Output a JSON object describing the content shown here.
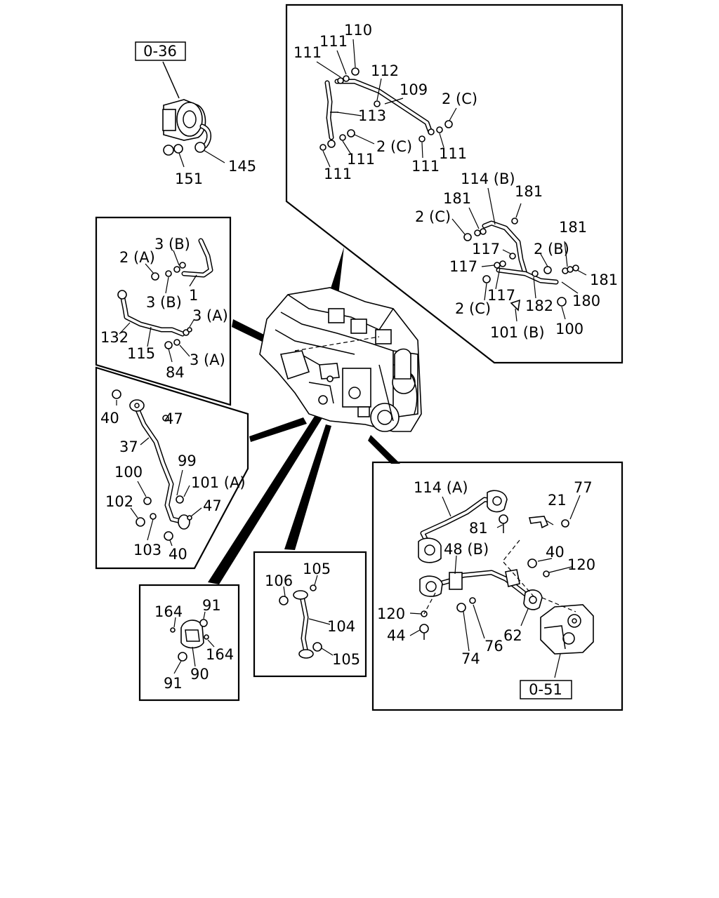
{
  "refs": {
    "r036": "0-36",
    "r051": "0-51"
  },
  "callouts": {
    "c110": "110",
    "c111a": "111",
    "c111b": "111",
    "c112": "112",
    "c109": "109",
    "c2c_top": "2 (C)",
    "c113": "113",
    "c2c_mid": "2 (C)",
    "c111c": "111",
    "c111d": "111",
    "c111e": "111",
    "c111f": "111",
    "c114b": "114 (B)",
    "c181a": "181",
    "c181b": "181",
    "c2c_r": "2 (C)",
    "c181c": "181",
    "c117a": "117",
    "c2b_r": "2 (B)",
    "c117b": "117",
    "c181d": "181",
    "c2c_low": "2 (C)",
    "c117c": "117",
    "c182": "182",
    "c180": "180",
    "c101b": "101 (B)",
    "c100_r": "100",
    "c145": "145",
    "c151": "151",
    "c3b_a": "3 (B)",
    "c2a": "2 (A)",
    "c3b_b": "3 (B)",
    "c1": "1",
    "c3a_a": "3 (A)",
    "c132": "132",
    "c115": "115",
    "c3a_b": "3 (A)",
    "c84": "84",
    "c40a": "40",
    "c47a": "47",
    "c37": "37",
    "c99": "99",
    "c100": "100",
    "c101a": "101 (A)",
    "c102": "102",
    "c47b": "47",
    "c103": "103",
    "c40b": "40",
    "c106": "106",
    "c105a": "105",
    "c104": "104",
    "c105b": "105",
    "c164a": "164",
    "c91a": "91",
    "c164b": "164",
    "c91b": "91",
    "c90": "90",
    "c114a": "114 (A)",
    "c77": "77",
    "c21": "21",
    "c81": "81",
    "c48b": "48 (B)",
    "c40c": "40",
    "c120a": "120",
    "c120b": "120",
    "c44": "44",
    "c76": "76",
    "c62": "62",
    "c74": "74"
  }
}
